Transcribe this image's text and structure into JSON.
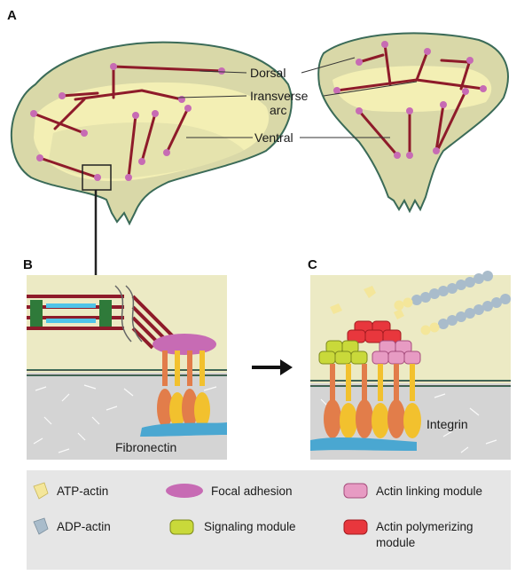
{
  "panels": {
    "a": "A",
    "b": "B",
    "c": "C"
  },
  "labels": {
    "dorsal": "Dorsal",
    "transverse_line1": "Iransverse",
    "transverse_line2": "arc",
    "ventral": "Ventral",
    "fibronectin": "Fibronectin",
    "integrin": "Integrin"
  },
  "legend": {
    "atp_actin": "ATP-actin",
    "adp_actin": "ADP-actin",
    "focal_adhesion": "Focal adhesion",
    "signaling_module": "Signaling module",
    "actin_linking_module": "Actin linking module",
    "actin_polymerizing_line1": "Actin polymerizing",
    "actin_polymerizing_line2": "module"
  },
  "colors": {
    "cell_fill": "#d9d8a8",
    "cell_inner": "#f3efb4",
    "cell_outline": "#3b6b58",
    "fiber": "#8e1b2a",
    "tip": "#c76bb4",
    "atp_actin": "#f4e69a",
    "adp_actin": "#a9bccb",
    "focal_adhesion": "#c76bb4",
    "signaling": "#c9d93a",
    "linking": "#e79bc3",
    "polymerizing": "#e8373d",
    "integrin_orange": "#e27d4a",
    "integrin_yellow": "#f2c12e",
    "fibronectin": "#4aa7d1",
    "legend_bg": "#e6e6e6"
  }
}
